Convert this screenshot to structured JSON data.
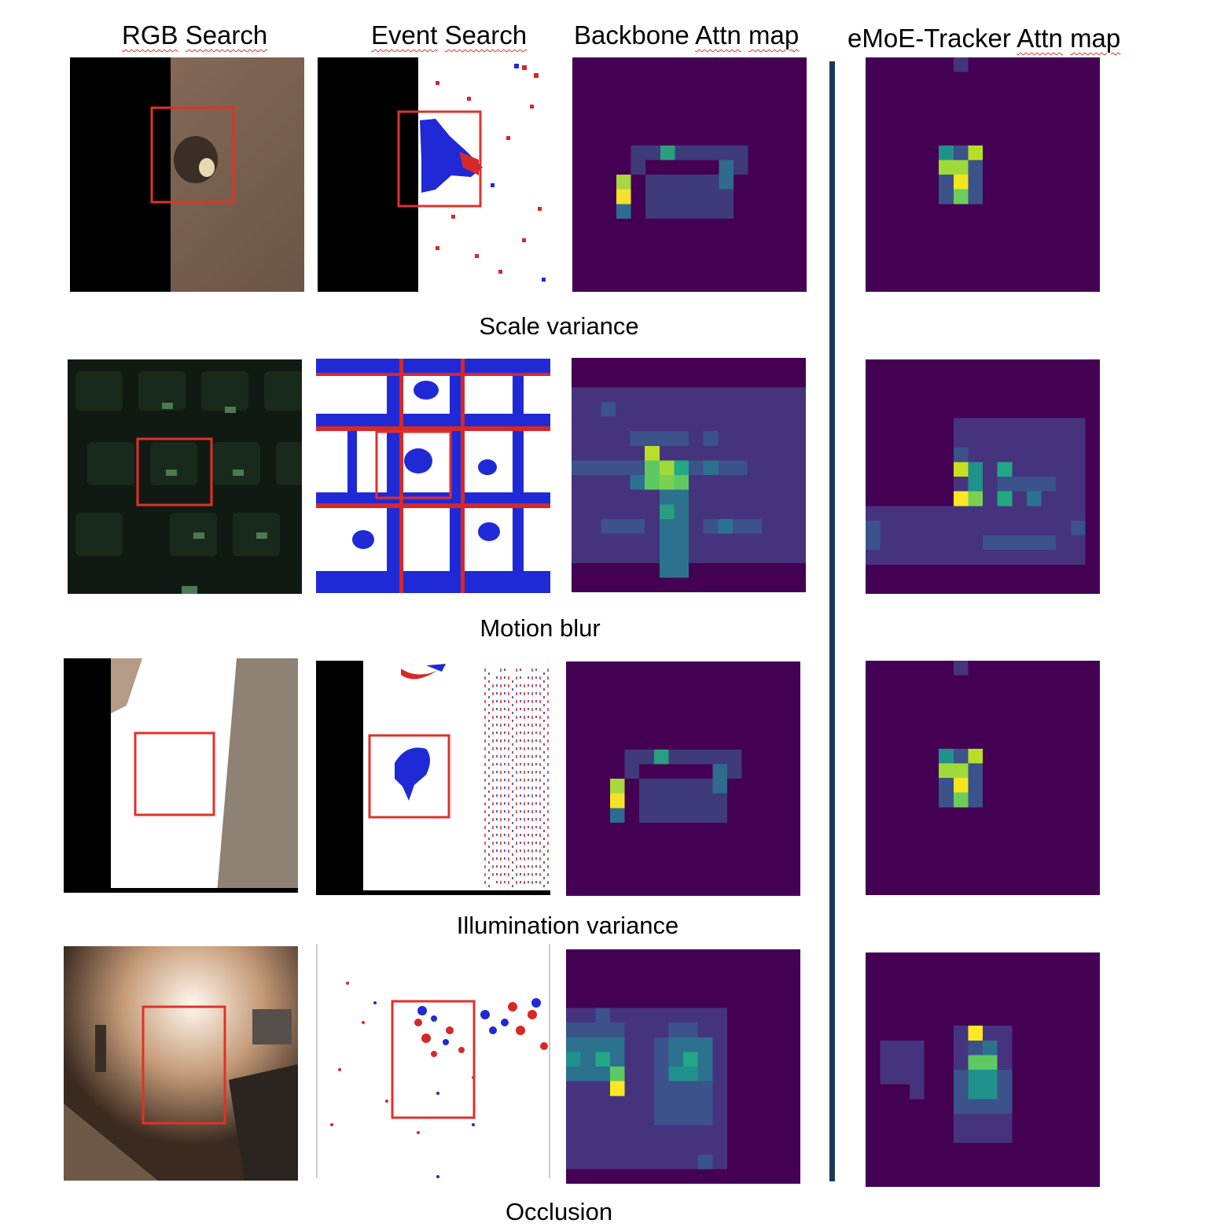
{
  "headers": {
    "rgb_search": {
      "part1": "RGB",
      "part2": "Search"
    },
    "event_search": {
      "part1": "Event",
      "part2": "Search"
    },
    "backbone": {
      "part1": "Backbone",
      "part2": "Attn",
      "part3": "map"
    },
    "emoe": {
      "part1": "eMoE-Tracker",
      "part2": "Attn",
      "part3": "map"
    }
  },
  "rows": [
    {
      "caption": "Scale variance"
    },
    {
      "caption": "Motion blur"
    },
    {
      "caption": "Illumination variance"
    },
    {
      "caption": "Occlusion"
    }
  ],
  "colors": {
    "attn_background": "#440154",
    "bounding_box": "#e0312b",
    "event_positive": "#d62828",
    "event_negative": "#1f2ad6",
    "divider": "#1a3a5c"
  }
}
